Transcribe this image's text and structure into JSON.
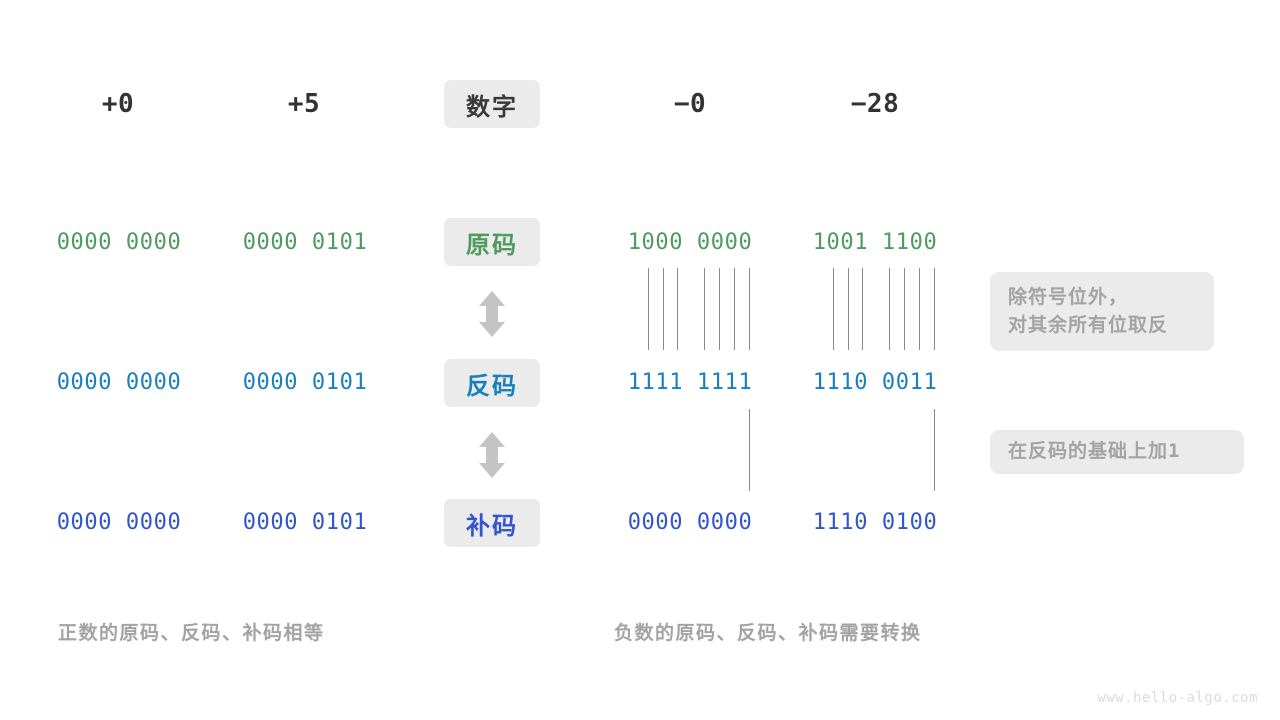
{
  "meta": {
    "watermark": "www.hello-algo.com",
    "colors": {
      "green": "#4e9a5f",
      "blue": "#1a7fc1",
      "indigo": "#3355cc",
      "grey_text": "#a3a3a3",
      "pill_bg": "#ebebeb",
      "header_text": "#333333",
      "line": "#8a8a8a"
    }
  },
  "header": {
    "center_label": "数字",
    "left": [
      {
        "value": "+0"
      },
      {
        "value": "+5"
      }
    ],
    "right": [
      {
        "value": "−0"
      },
      {
        "value": "−28"
      }
    ]
  },
  "rows": [
    {
      "label": "原码",
      "label_color": "green",
      "left": [
        "0000 0000",
        "0000 0101"
      ],
      "right": [
        "1000 0000",
        "1001 1100"
      ]
    },
    {
      "label": "反码",
      "label_color": "blue",
      "left": [
        "0000 0000",
        "0000 0101"
      ],
      "right": [
        "1111 1111",
        "1110 0011"
      ]
    },
    {
      "label": "补码",
      "label_color": "indigo",
      "left": [
        "0000 0000",
        "0000 0101"
      ],
      "right": [
        "0000 0000",
        "1110 0100"
      ]
    }
  ],
  "notes": [
    {
      "line1": "除符号位外，",
      "line2": "对其余所有位取反"
    },
    {
      "line1": "在反码的基础上加",
      "line2": "1"
    }
  ],
  "captions": {
    "left": "正数的原码、反码、补码相等",
    "right": "负数的原码、反码、补码需要转换"
  }
}
